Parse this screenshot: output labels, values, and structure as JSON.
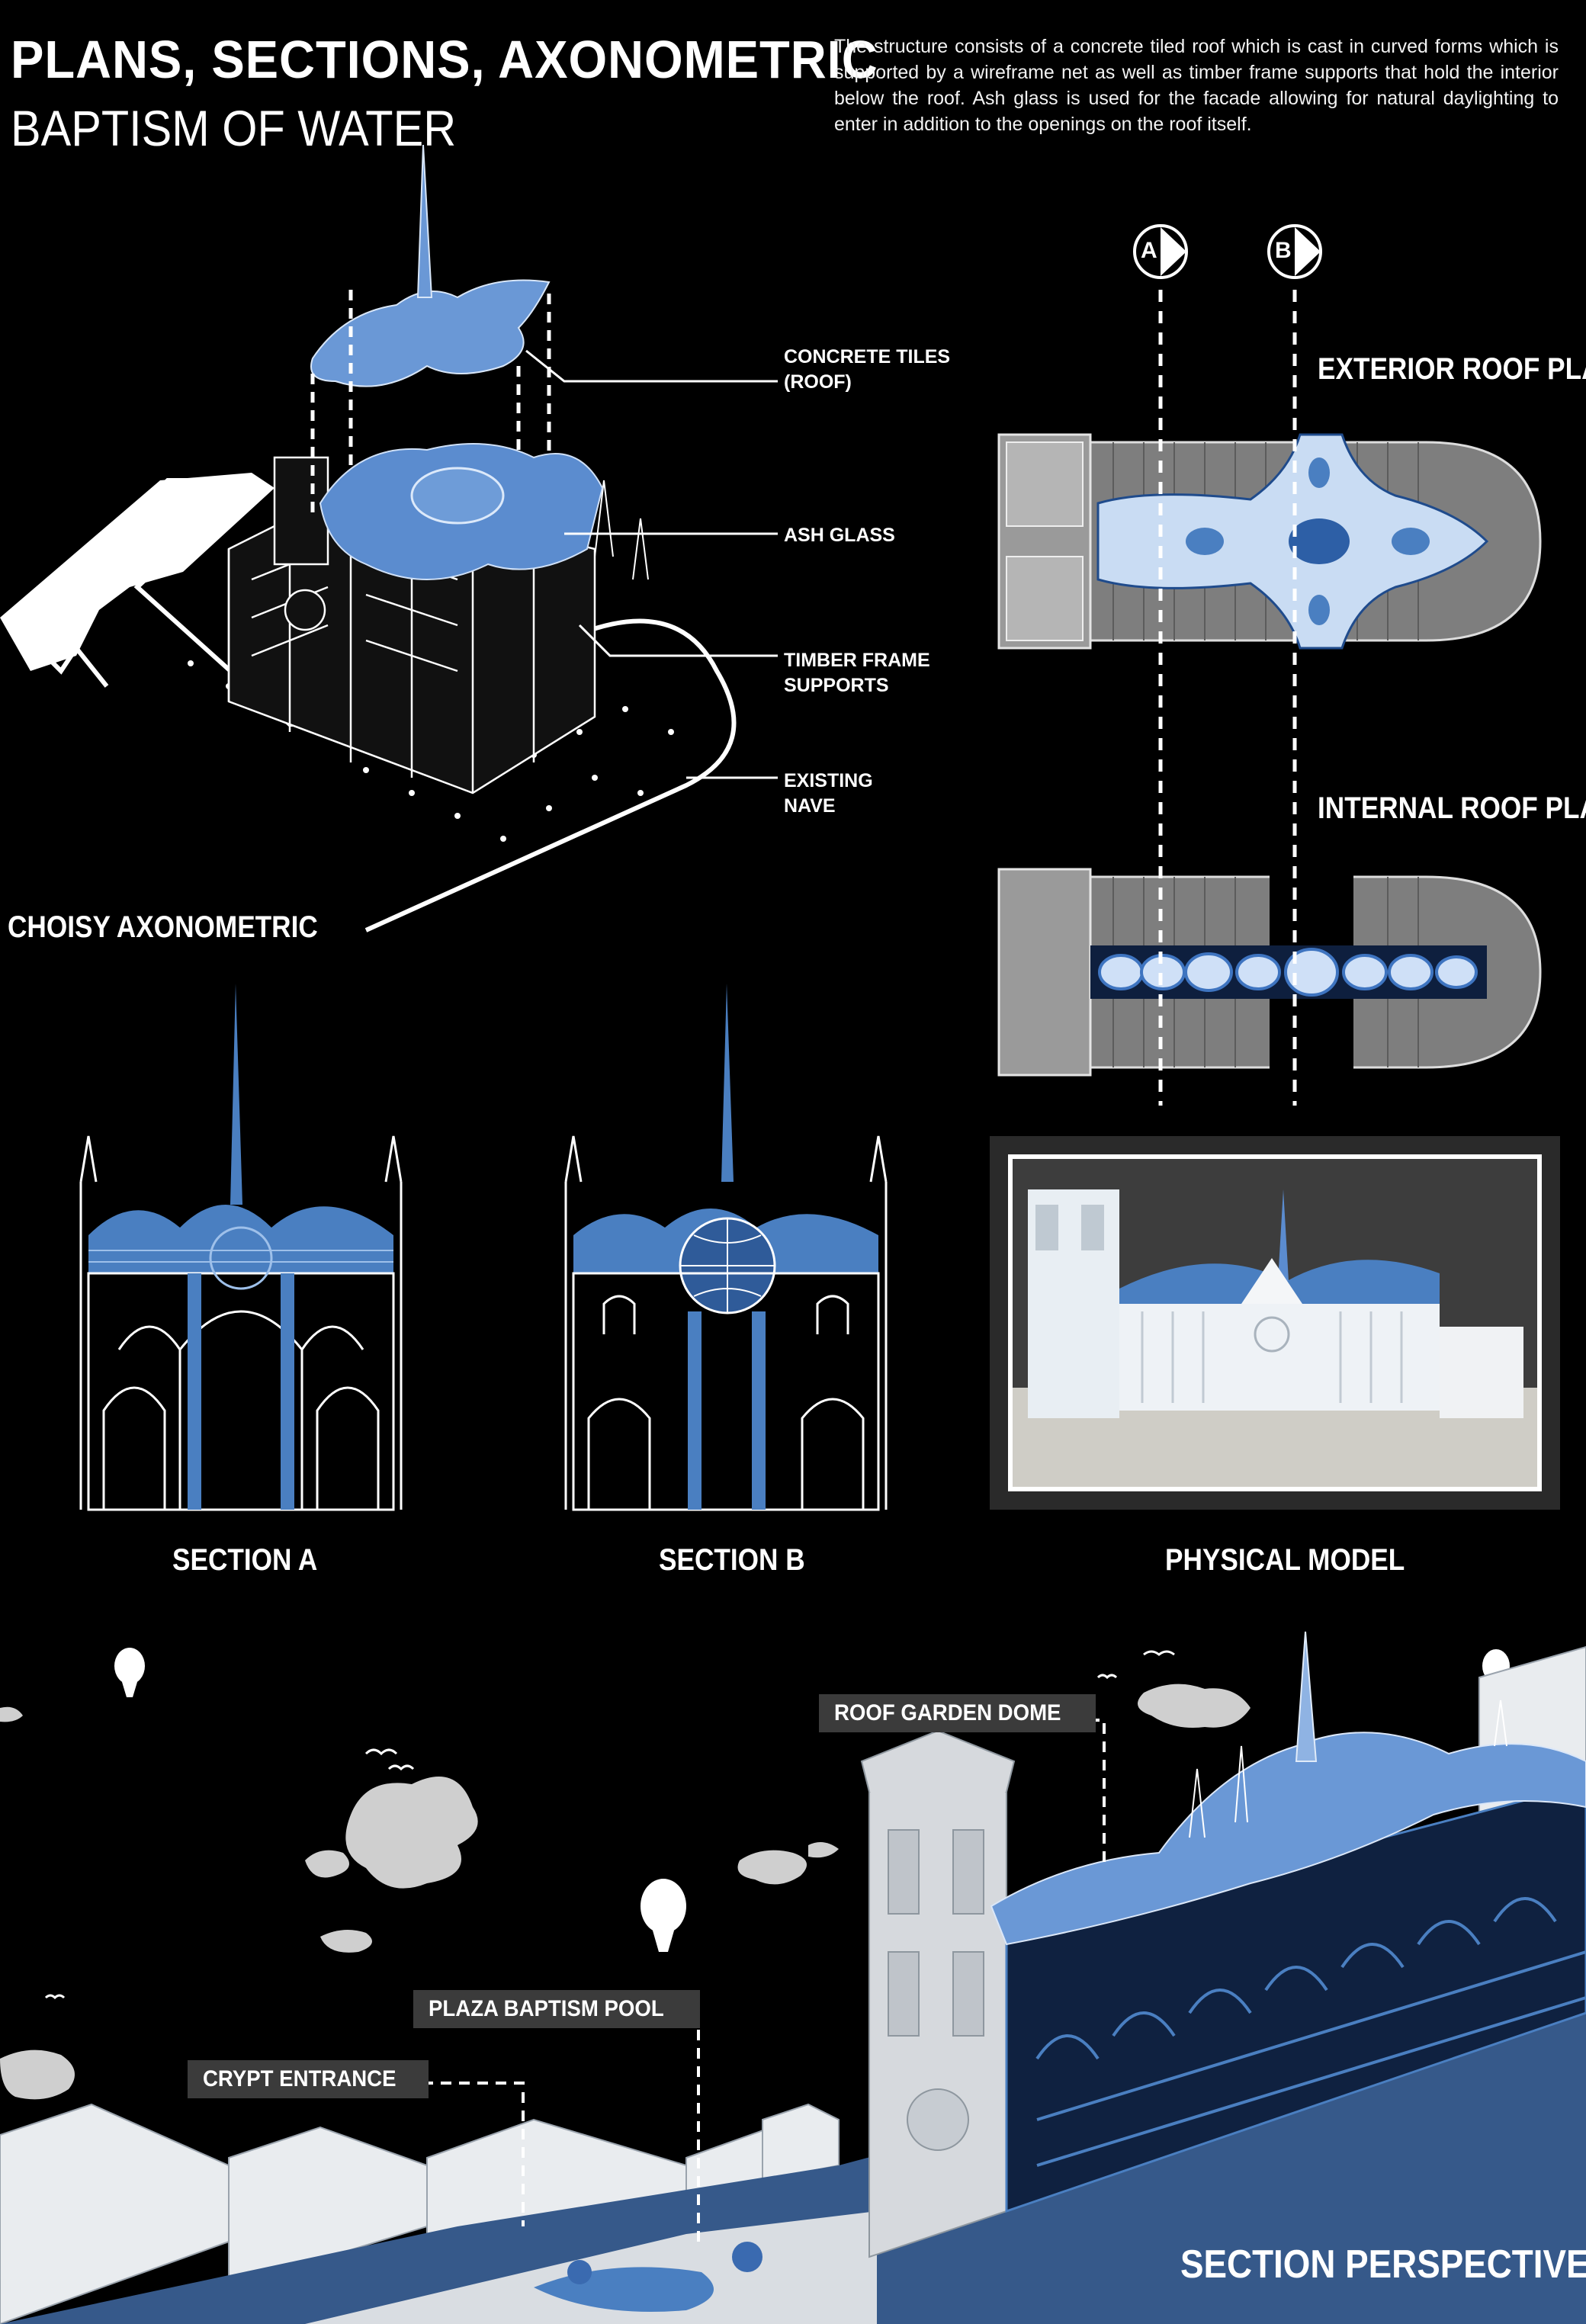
{
  "header": {
    "title": "PLANS, SECTIONS, AXONOMETRIC",
    "subtitle": "BAPTISM OF WATER",
    "description": "The structure consists of a concrete tiled roof which is cast in curved forms which is supported by a wireframe net as well as timber frame supports that hold the interior below the roof. Ash glass is used for the facade allowing for natural daylighting to enter in addition to the openings on the roof itself."
  },
  "axonometric": {
    "label": "CHOISY AXONOMETRIC",
    "callouts": [
      {
        "line1": "CONCRETE TILES",
        "line2": "(ROOF)"
      },
      {
        "line1": "ASH GLASS",
        "line2": ""
      },
      {
        "line1": "TIMBER FRAME",
        "line2": "SUPPORTS"
      },
      {
        "line1": "EXISTING",
        "line2": "NAVE"
      }
    ]
  },
  "plans": {
    "markers": [
      "A",
      "B"
    ],
    "exterior_label": "EXTERIOR ROOF PLAN",
    "internal_label": "INTERNAL ROOF PLAN"
  },
  "sections": {
    "section_a": "SECTION A",
    "section_b": "SECTION B",
    "model": "PHYSICAL MODEL"
  },
  "perspective": {
    "label": "SECTION PERSPECTIVE",
    "tags": [
      "ROOF GARDEN DOME",
      "PLAZA BAPTISM POOL",
      "CRYPT ENTRANCE"
    ]
  },
  "colors": {
    "background": "#000000",
    "accent_blue": "#4a7fc1",
    "light_blue": "#8fb3e3",
    "tag_bg": "#3b3b3b",
    "plan_grey": "#8a8a8a"
  }
}
